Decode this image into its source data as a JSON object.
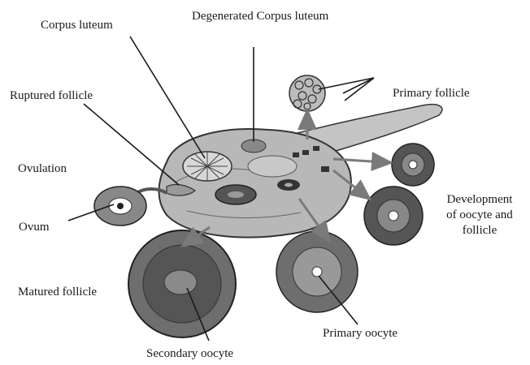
{
  "labels": {
    "degenerated_corpus_luteum": "Degenerated Corpus luteum",
    "corpus_luteum": "Corpus luteum",
    "ruptured_follicle": "Ruptured follicle",
    "primary_follicle": "Primary follicle",
    "ovulation": "Ovulation",
    "ovum": "Ovum",
    "development_line1": "Development",
    "development_line2": "of oocyte and",
    "development_line3": "follicle",
    "matured_follicle": "Matured follicle",
    "primary_oocyte": "Primary oocyte",
    "secondary_oocyte": "Secondary oocyte"
  },
  "colors": {
    "ink": "#1a1a1a",
    "ovary_fill": "#b8b8b8",
    "follicle_fill": "#8a8a8a",
    "dark_fill": "#3c3c3c"
  }
}
